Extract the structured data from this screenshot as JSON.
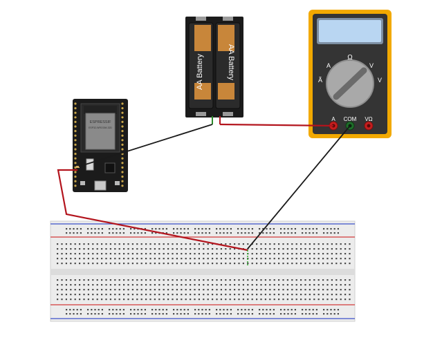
{
  "esp32": {
    "brand": "ESPRESSIF",
    "module": "ESP32-WROOM-32D"
  },
  "battery_pack": {
    "cells": [
      {
        "label": "AA Battery"
      },
      {
        "label": "AA Battery"
      }
    ]
  },
  "multimeter": {
    "dial_labels": {
      "ohm": "Ω",
      "dc_amps": "Ã",
      "ac_amps": "A",
      "dc_volts": "V",
      "ac_volts": "V"
    },
    "jacks": {
      "amps": "A",
      "com": "COM",
      "volt_ohm": "VΩ"
    }
  },
  "colors": {
    "red_wire": "#b3141d",
    "black_wire": "#1a1a1a",
    "meter_body": "#f2a900",
    "meter_face": "#343434",
    "lcd": "#b9d6f2",
    "board": "#1b1b1b",
    "breadboard": "#ececec"
  }
}
